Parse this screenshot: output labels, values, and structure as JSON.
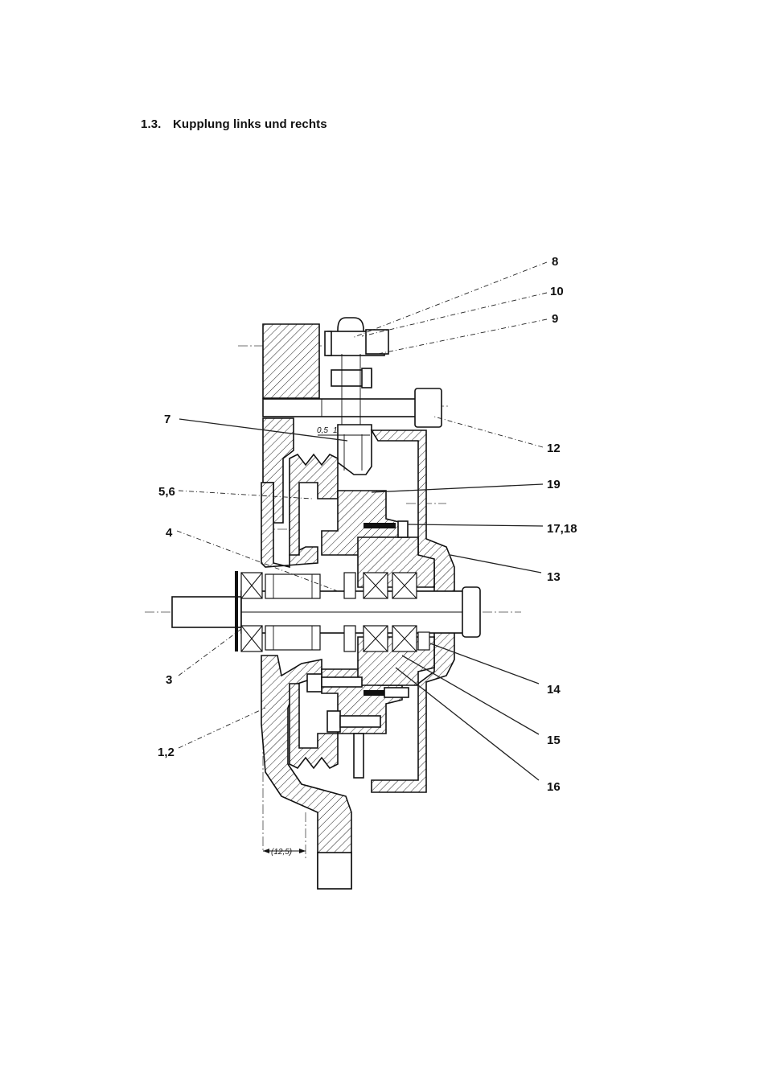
{
  "header": {
    "section_number": "1.3.",
    "section_title": "Kupplung links und rechts"
  },
  "drawing": {
    "callouts": [
      "8",
      "10",
      "9",
      "12",
      "7",
      "19",
      "5,6",
      "17,18",
      "4",
      "13",
      "14",
      "3",
      "15",
      "1,2",
      "16"
    ],
    "dimensions": {
      "clearance": "0,5",
      "clearance_alt": "1",
      "offset": "(12,5)"
    }
  }
}
